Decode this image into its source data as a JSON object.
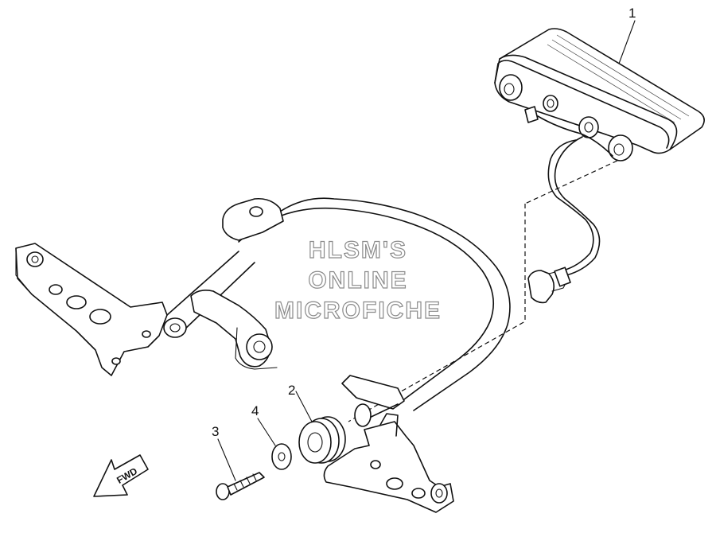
{
  "diagram": {
    "watermark": {
      "line1": "HLSM'S",
      "line2": "ONLINE",
      "line3": "MICROFICHE"
    },
    "direction_arrow": {
      "label": "FWD"
    },
    "callouts": [
      {
        "number": "1",
        "part": "tail-light-assembly"
      },
      {
        "number": "2",
        "part": "grommet"
      },
      {
        "number": "3",
        "part": "screw"
      },
      {
        "number": "4",
        "part": "washer"
      }
    ]
  }
}
